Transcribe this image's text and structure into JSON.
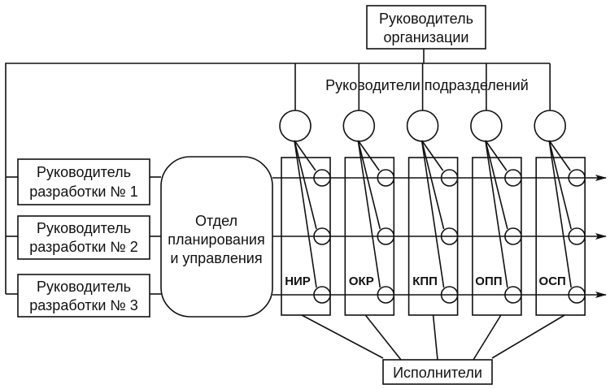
{
  "head": {
    "line1": "Руководитель",
    "line2": "организации"
  },
  "dept_heads_label": "Руководители подразделений",
  "dev_leads": [
    {
      "line1": "Руководитель",
      "line2": "разработки № 1"
    },
    {
      "line1": "Руководитель",
      "line2": "разработки № 2"
    },
    {
      "line1": "Руководитель",
      "line2": "разработки № 3"
    }
  ],
  "planning": {
    "line1": "Отдел",
    "line2": "планирования",
    "line3": "и управления"
  },
  "departments": [
    {
      "code": "НИР"
    },
    {
      "code": "ОКР"
    },
    {
      "code": "КПП"
    },
    {
      "code": "ОПП"
    },
    {
      "code": "ОСП"
    }
  ],
  "executors": "Исполнители",
  "colors": {
    "stroke": "#111111",
    "background": "#ffffff"
  }
}
